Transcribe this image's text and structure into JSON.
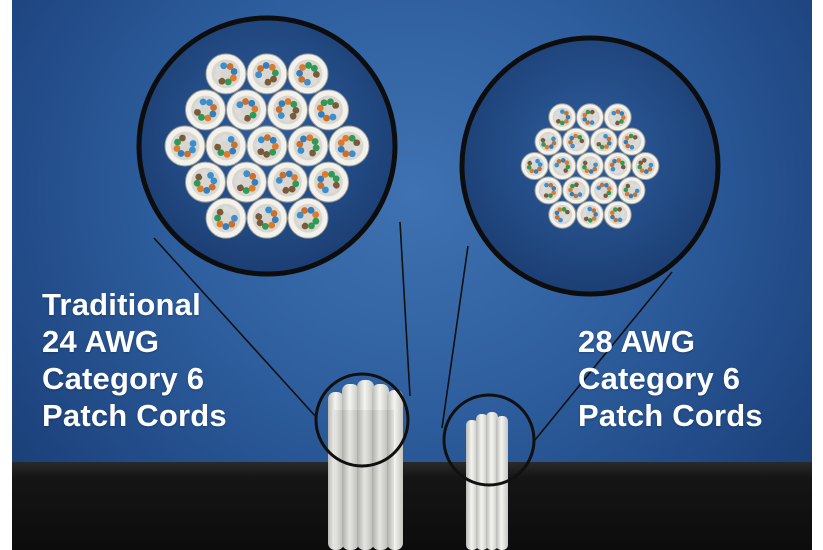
{
  "left_caption": {
    "line1": "Traditional",
    "line2": "24 AWG",
    "line3": "Category 6",
    "line4": "Patch Cords"
  },
  "right_caption": {
    "line1": "28 AWG",
    "line2": "Category 6",
    "line3": "Patch Cords"
  },
  "colors": {
    "background_blue": "#2d5d9d",
    "table_black": "#0c0c0c",
    "cable_white": "#eeeeea",
    "magnifier_ring": "#111111",
    "text": "#ffffff"
  }
}
